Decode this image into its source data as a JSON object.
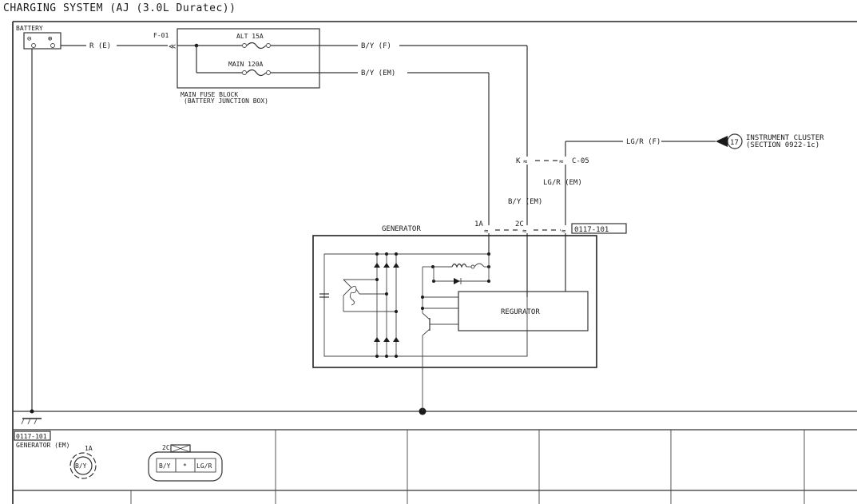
{
  "title": "CHARGING SYSTEM (AJ (3.0L Duratec))",
  "battery": {
    "label": "BATTERY",
    "neg": "⊖",
    "pos": "⊕"
  },
  "wires": {
    "r_e": "R (E)",
    "by_f": "B/Y (F)",
    "by_em": "B/Y (EM)",
    "by_em2": "B/Y (EM)",
    "lgr_f": "LG/R (F)",
    "lgr_em": "LG/R (EM)",
    "k": "K"
  },
  "fuse_block": {
    "connector": "F-01",
    "alt": "ALT 15A",
    "main": "MAIN 120A",
    "caption1": "MAIN FUSE BLOCK",
    "caption2": "(BATTERY JUNCTION BOX)"
  },
  "connector_c05": "C-05",
  "instrument": {
    "number": "17",
    "line1": "INSTRUMENT CLUSTER",
    "line2": "(SECTION 0922-1c)"
  },
  "generator": {
    "label": "GENERATOR",
    "regulator": "REGURATOR",
    "pin_1a": "1A",
    "pin_2c": "2C",
    "connector_ref": "0117-101"
  },
  "legend": {
    "ref": "0117-101",
    "name": "GENERATOR (EM)",
    "pin_1a": "1A",
    "pin_1a_color": "B/Y",
    "pin_2c": "2C",
    "pin_2c_left": "B/Y",
    "pin_2c_mid": "*",
    "pin_2c_right": "LG/R"
  },
  "colors": {
    "ink": "#1a1a1a",
    "paper": "#ffffff"
  }
}
